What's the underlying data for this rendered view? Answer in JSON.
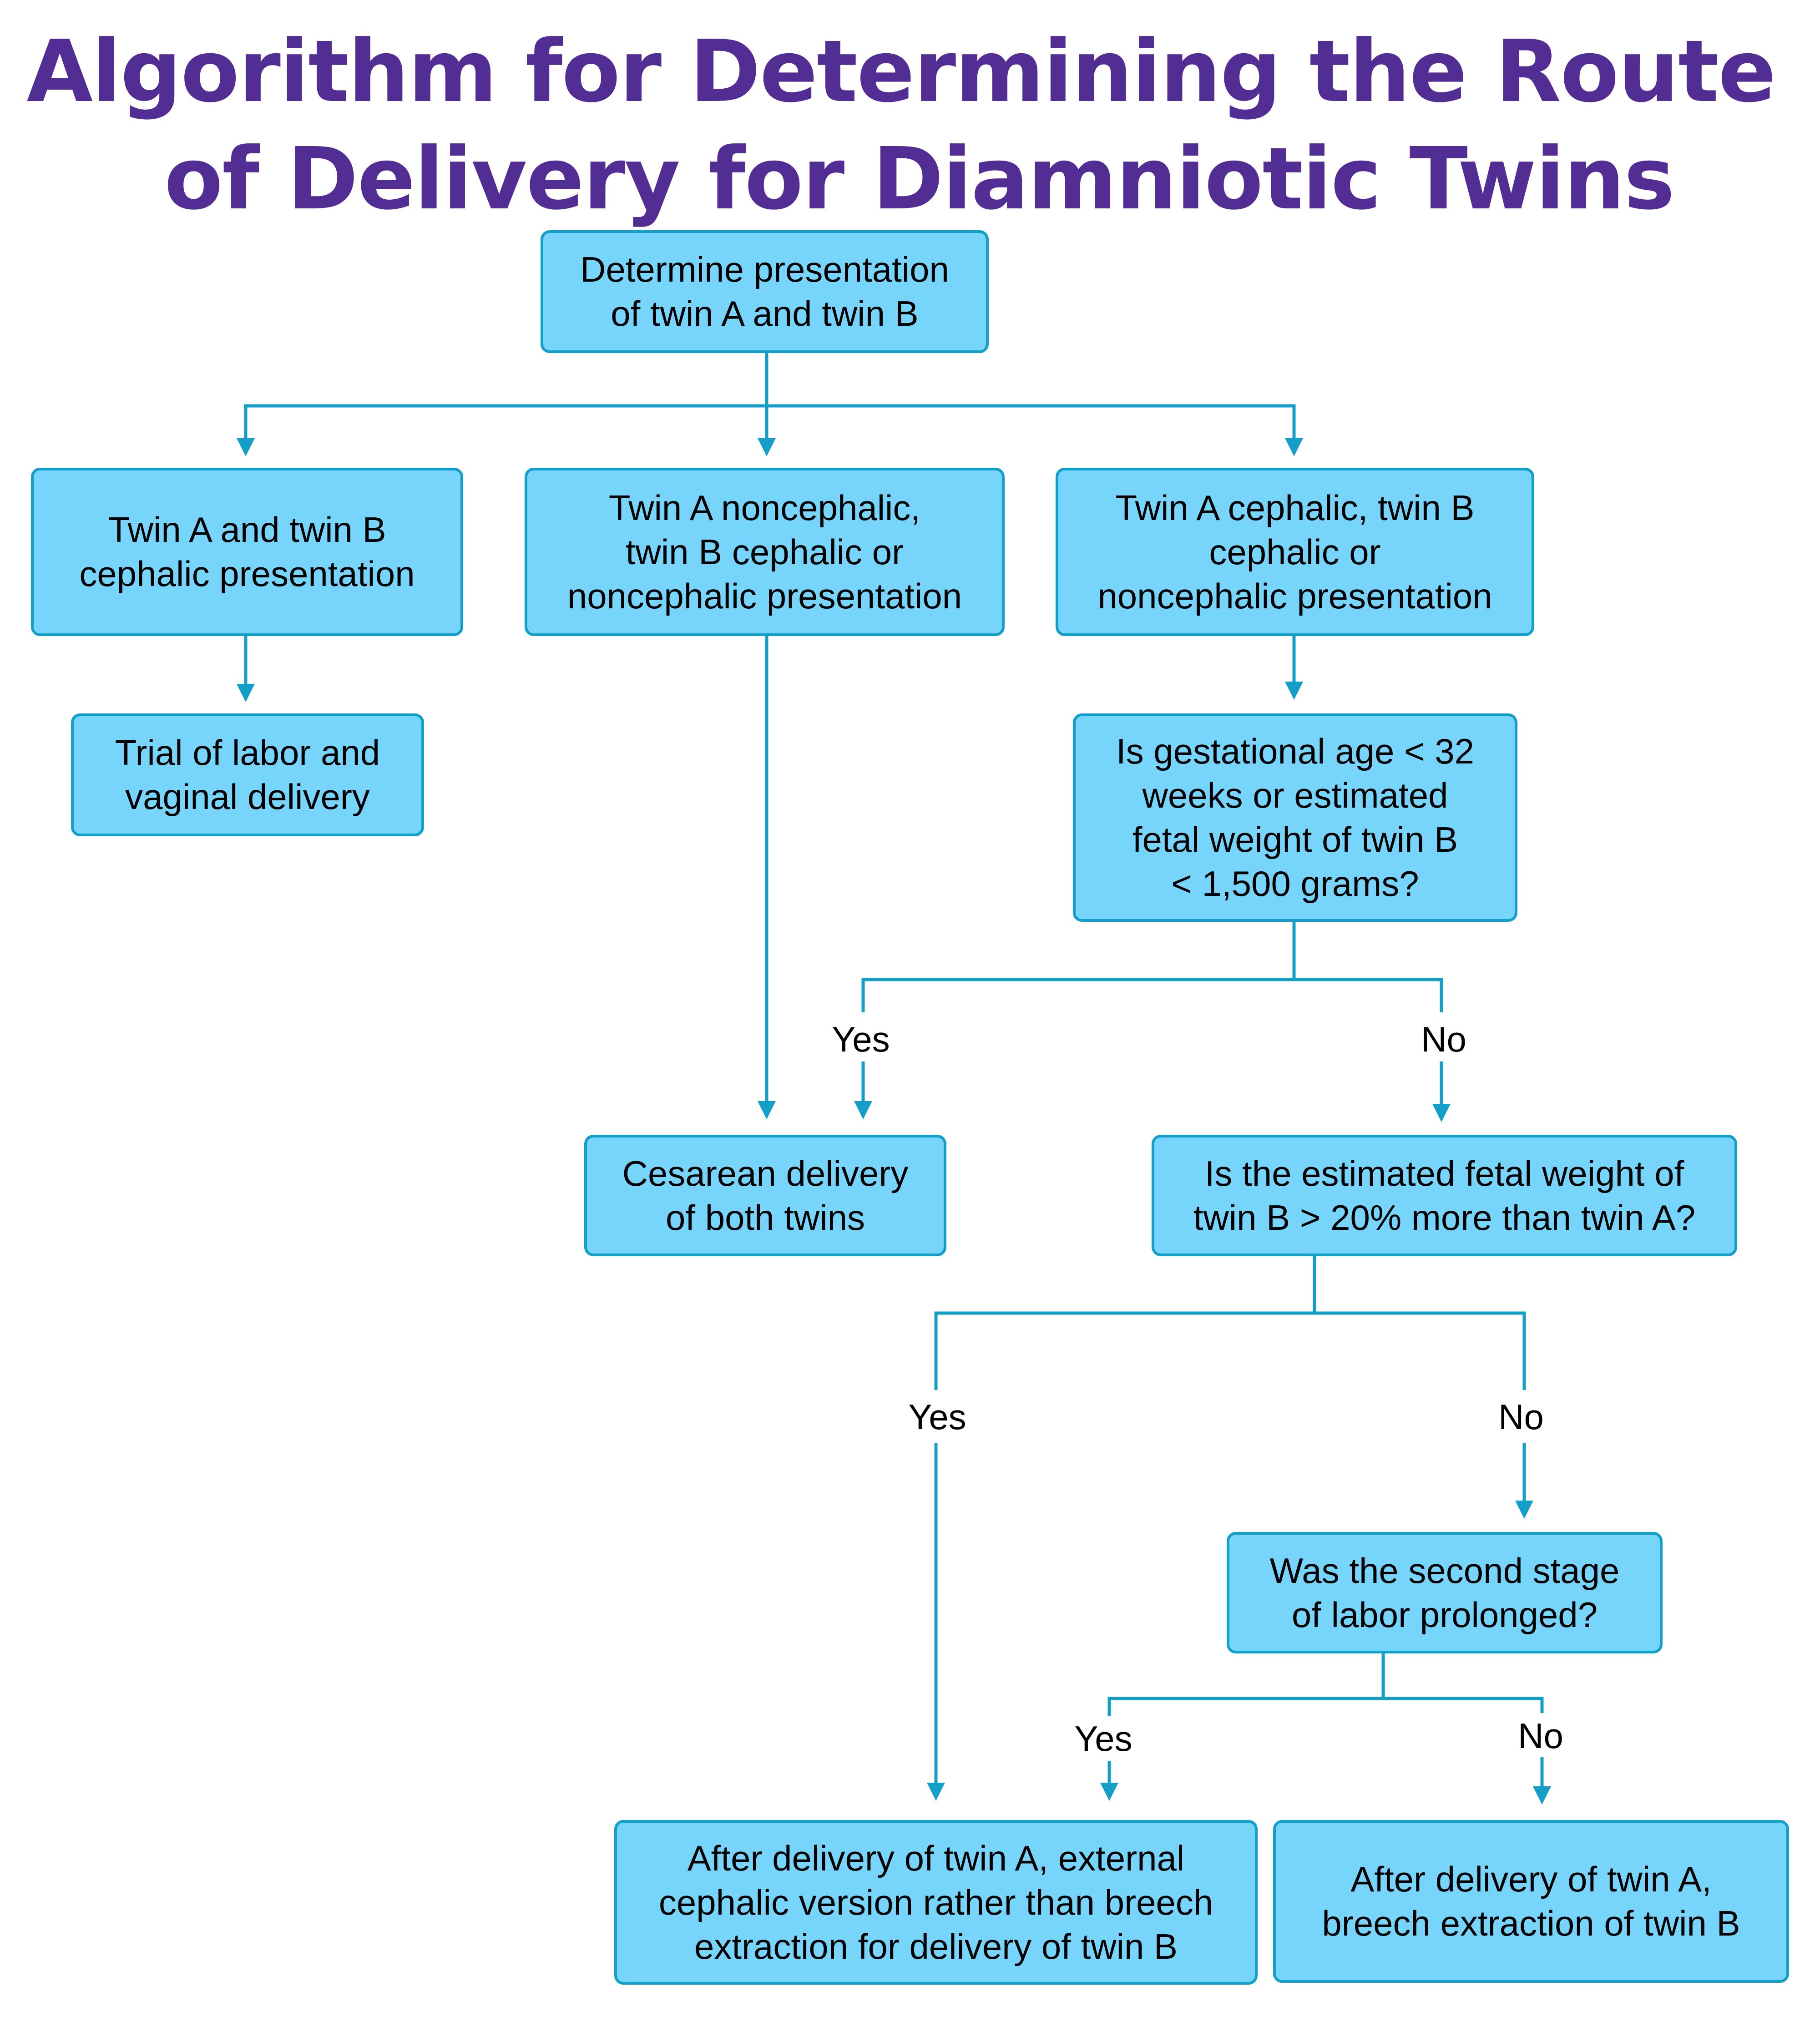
{
  "title": {
    "line1": "Algorithm for Determining the Route",
    "line2": "of Delivery for Diamniotic Twins"
  },
  "colors": {
    "title": "#522D94",
    "box_fill": "#77D4FA",
    "box_border": "#149FC8",
    "connector": "#149FC8",
    "text": "#000000"
  },
  "nodes": {
    "start": [
      "Determine presentation",
      "of twin A and twin B"
    ],
    "both_cephalic": [
      "Twin A and twin B",
      "cephalic presentation"
    ],
    "a_noncephalic": [
      "Twin A noncephalic,",
      "twin B cephalic or",
      "noncephalic presentation"
    ],
    "a_cephalic": [
      "Twin A cephalic, twin B",
      "cephalic or",
      "noncephalic presentation"
    ],
    "trial_of_labor": [
      "Trial of labor and",
      "vaginal delivery"
    ],
    "gestational_age": [
      "Is gestational age < 32",
      "weeks or estimated",
      "fetal weight of twin B",
      "< 1,500 grams?"
    ],
    "cesarean": [
      "Cesarean delivery",
      "of both twins"
    ],
    "efw_discordance": [
      "Is the estimated fetal weight of",
      "twin B > 20% more than twin A?"
    ],
    "second_stage": [
      "Was the second stage",
      "of labor prolonged?"
    ],
    "ecv": [
      "After delivery of twin A, external",
      "cephalic version rather than breech",
      "extraction for delivery of twin B"
    ],
    "breech_extraction": [
      "After delivery of twin A,",
      "breech extraction of twin B"
    ]
  },
  "labels": {
    "ga_yes": "Yes",
    "ga_no": "No",
    "efw_yes": "Yes",
    "efw_no": "No",
    "stage_yes": "Yes",
    "stage_no": "No"
  }
}
